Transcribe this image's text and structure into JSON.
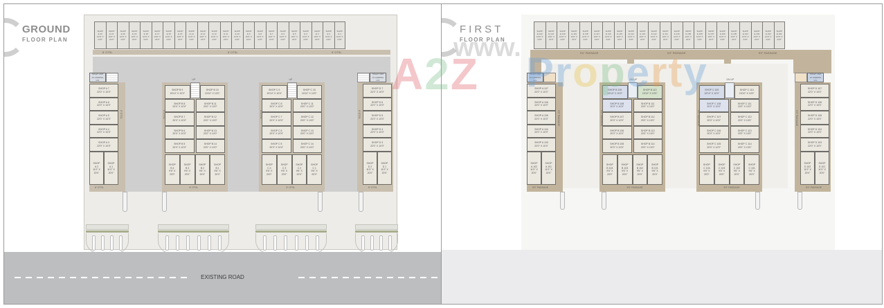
{
  "ground": {
    "title": "GROUND",
    "subtitle": "FLOOR PLAN",
    "top_shops": [
      "SHOP\nE 22\n10'0\" X\n24'0\"",
      "SHOP\nE 21\n10'0\" X\n24'0\"",
      "SHOP\nE 20\n10'0\" X\n24'0\"",
      "SHOP\nE 19\n10'0\" X\n24'0\"",
      "SHOP\nE 18\n10'0\" X\n24'0\"",
      "SHOP\nE 17\n10'0\" X\n24'0\"",
      "SHOP\nE 16\n10'0\" X\n24'0\"",
      "SHOP\nE 15\n10'0\" X\n24'0\"",
      "SHOP\nE 14\n10'0\" X\n24'0\"",
      "SHOP\nE 13\n10'0\" X\n24'0\"",
      "SHOP\nE 12\n10'0\" X\n24'0\"",
      "SHOP\nE 11\n10'0\" X\n24'0\"",
      "SHOP\nE 10\n10'0\" X\n24'0\"",
      "SHOP\nE 9\n10'0\" X\n24'0\"",
      "SHOP\nE 8\n10'0\" X\n24'0\"",
      "SHOP\nE 7\n10'0\" X\n24'0\"",
      "SHOP\nE 6\n10'0\" X\n24'0\"",
      "SHOP\nE 5\n10'0\" X\n24'0\"",
      "SHOP\nE 4\n10'0\" X\n24'0\"",
      "SHOP\nE 3\n10'0\" X\n24'0\"",
      "SHOP\nE 2\n10'0\" X\n24'0\"",
      "SHOP\nE 1\n10'0\" X\n24'0\""
    ],
    "passage_labels": [
      "8' OTSL",
      "8' OTSL",
      "8' OTSL"
    ],
    "block_a": {
      "toilet": "TOILET UNIT\nAT LANDING\nLVL",
      "rows": [
        "SHOP A 7\n22'0\" X 10'0\"",
        "SHOP A 6\n22'0\" X 10'0\"",
        "SHOP A 5\n22'0\" X 10'0\"",
        "SHOP A 4\n22'0\" X 10'0\"",
        "SHOP A 3\n22'0\" X 10'0\""
      ],
      "bottom": [
        "SHOP\nA 2\n11'0\" X\n20'0\"",
        "SHOP\nA 1\n11'0\" X\n20'0\""
      ],
      "passage": "8' OTSL"
    },
    "block_b": {
      "rows": [
        [
          "SHOP B 9\n15'10\" X 10'0\"",
          "SHOP B 10\n15'10\" X 10'0\""
        ],
        [
          "SHOP B 8\n20'0\" X 10'0\"",
          "SHOP B 11\n20'0\" X 10'0\""
        ],
        [
          "SHOP B 7\n20'0\" X 10'0\"",
          "SHOP B 12\n20'0\" X 10'0\""
        ],
        [
          "SHOP B 6\n20'0\" X 10'0\"",
          "SHOP B 13\n20'0\" X 10'0\""
        ],
        [
          "SHOP B 5\n20'0\" X 10'0\"",
          "SHOP B 14\n20'0\" X 10'0\""
        ]
      ],
      "bottom": [
        "SHOP\nB 4\n9'6\" X\n20'0\"",
        "SHOP\nB 3\n9'6\" X\n20'0\"",
        "SHOP\nB 2\n9'6\" X\n20'0\"",
        "SHOP\nB 1\n9'6\" X\n20'0\""
      ],
      "passage": "8' OTSL"
    },
    "block_c": {
      "rows": [
        [
          "SHOP C 9\n15'10\" X 10'0\"",
          "SHOP C 10\n15'10\" X 10'0\""
        ],
        [
          "SHOP C 8\n20'0\" X 10'0\"",
          "SHOP C 11\n20'0\" X 10'0\""
        ],
        [
          "SHOP C 7\n20'0\" X 10'0\"",
          "SHOP C 12\n20'0\" X 10'0\""
        ],
        [
          "SHOP C 6\n20'0\" X 10'0\"",
          "SHOP C 13\n20'0\" X 10'0\""
        ],
        [
          "SHOP C 5\n20'0\" X 10'0\"",
          "SHOP C 14\n20'0\" X 10'0\""
        ]
      ],
      "bottom": [
        "SHOP\nC 4\n9'6\" X\n20'0\"",
        "SHOP\nC 3\n9'6\" X\n20'0\"",
        "SHOP\nC 2\n9'6\" X\n20'0\"",
        "SHOP\nC 1\n9'6\" X\n20'0\""
      ],
      "passage": "8' OTSL"
    },
    "block_d": {
      "toilet": "TOILET UNIT\nAT LANDING\nLVL",
      "rows": [
        "SHOP D 7\n22'0\" X 10'0\"",
        "SHOP D 6\n22'0\" X 10'0\"",
        "SHOP D 5\n22'0\" X 10'0\"",
        "SHOP D 4\n22'0\" X 10'0\"",
        "SHOP D 3\n22'0\" X 10'0\""
      ],
      "bottom": [
        "SHOP\nD 2\n11'0\" X\n20'0\"",
        "SHOP\nD 1\n11'0\" X\n20'0\""
      ],
      "passage": "8' OTSL"
    },
    "side_label": "8' OTSL",
    "up_label": "UP",
    "road_label": "EXISTING ROAD"
  },
  "first": {
    "title": "FIRST",
    "subtitle": "FLOOR PLAN",
    "top_shops": [
      "SHOP\nE 122\n10'0\" X\n24'0\"",
      "SHOP\nE 121\n10'0\" X\n24'0\"",
      "SHOP\nE 120\n10'0\" X\n24'0\"",
      "SHOP\nE 119\n10'0\" X\n24'0\"",
      "SHOP\nE 118\n10'0\" X\n24'0\"",
      "SHOP\nE 117\n10'0\" X\n24'0\"",
      "SHOP\nE 116\n10'0\" X\n24'0\"",
      "SHOP\nE 115\n10'0\" X\n24'0\"",
      "SHOP\nE 114\n10'0\" X\n24'0\"",
      "SHOP\nE 113\n10'0\" X\n24'0\"",
      "SHOP\nE 112\n10'0\" X\n24'0\"",
      "SHOP\nE 111\n10'0\" X\n24'0\"",
      "SHOP\nE 110\n10'0\" X\n24'0\"",
      "SHOP\nE 109\n10'0\" X\n24'0\"",
      "SHOP\nE 108\n10'0\" X\n24'0\"",
      "SHOP\nE 107\n10'0\" X\n24'0\"",
      "SHOP\nE 106\n10'0\" X\n24'0\"",
      "SHOP\nE 105\n10'0\" X\n24'0\"",
      "SHOP\nE 104\n10'0\" X\n24'0\"",
      "SHOP\nE 103\n10'0\" X\n24'0\"",
      "SHOP\nE 102\n10'0\" X\n24'0\"",
      "SHOP\nE 101\n10'0\" X\n24'0\""
    ],
    "passage_labels": [
      "5'0\" PASSAGE",
      "5'0\" PASSAGE",
      "5'0\" PASSAGE"
    ],
    "block_a": {
      "toilet": "TOILET UNIT\nAT LANDING\nLVL",
      "rows": [
        "SHOP A 107\n22'0\" X 10'0\"",
        "SHOP A 106\n22'0\" X 10'0\"",
        "SHOP A 105\n22'0\" X 10'0\"",
        "SHOP A 104\n22'0\" X 10'0\"",
        "SHOP A 103\n22'0\" X 10'0\""
      ],
      "bottom": [
        "SHOP\nA 102\n11'0\" X\n20'0\"",
        "SHOP\nA 101\n11'0\" X\n20'0\""
      ],
      "passage": "5'0\" PASSAGE"
    },
    "block_b": {
      "rows": [
        [
          "SHOP B 109\n15'10\" X 10'0\"",
          "SHOP B 110\n15'10\" X 10'0\""
        ],
        [
          "SHOP B 108\n20'0\" X 10'0\"",
          "SHOP B 111\n20'0\" X 10'0\""
        ],
        [
          "SHOP B 107\n20'0\" X 10'0\"",
          "SHOP B 112\n20'0\" X 10'0\""
        ],
        [
          "SHOP B 106\n20'0\" X 10'0\"",
          "SHOP B 113\n20'0\" X 10'0\""
        ],
        [
          "SHOP B 105\n20'0\" X 10'0\"",
          "SHOP B 114\n20'0\" X 10'0\""
        ]
      ],
      "bottom": [
        "SHOP\nB 104\n9'6\" X\n20'0\"",
        "SHOP\nB 103\n9'6\" X\n20'0\"",
        "SHOP\nB 102\n9'6\" X\n20'0\"",
        "SHOP\nB 101\n9'6\" X\n20'0\""
      ],
      "passage": "5'0\" PASSAGE"
    },
    "block_c": {
      "rows": [
        [
          "SHOP C 109\n15'10\" X 10'0\"",
          "SHOP C 110\n15'10\" X 10'0\""
        ],
        [
          "SHOP C 108\n20'0\" X 10'0\"",
          "SHOP C 111\n20'0\" X 10'0\""
        ],
        [
          "SHOP C 107\n20'0\" X 10'0\"",
          "SHOP C 112\n20'0\" X 10'0\""
        ],
        [
          "SHOP C 106\n20'0\" X 10'0\"",
          "SHOP C 113\n20'0\" X 10'0\""
        ],
        [
          "SHOP C 105\n20'0\" X 10'0\"",
          "SHOP C 114\n20'0\" X 10'0\""
        ]
      ],
      "bottom": [
        "SHOP\nC 104\n9'6\" X\n20'0\"",
        "SHOP\nC 103\n9'6\" X\n20'0\"",
        "SHOP\nC 102\n9'6\" X\n20'0\"",
        "SHOP\nC 101\n9'6\" X\n20'0\""
      ],
      "passage": "5'0\" PASSAGE"
    },
    "block_d": {
      "toilet": "TOILET UNIT\nAT LANDING\nLVL",
      "rows": [
        "SHOP D 107\n22'0\" X 10'0\"",
        "SHOP D 106\n22'0\" X 10'0\"",
        "SHOP D 105\n22'0\" X 10'0\"",
        "SHOP D 104\n22'0\" X 10'0\"",
        "SHOP D 103\n22'0\" X 10'0\""
      ],
      "bottom": [
        "SHOP\nD 102\n11'0\" X\n20'0\"",
        "SHOP\nD 101\n11'0\" X\n20'0\""
      ],
      "passage": "5'0\" PASSAGE"
    },
    "side_label": "5'0\" PASSAGE",
    "up_label": "DN UP"
  },
  "watermark": {
    "prefix": "www.",
    "letters": [
      {
        "ch": "A",
        "color": "#e0606a"
      },
      {
        "ch": "2",
        "color": "#7cc08a"
      },
      {
        "ch": "Z",
        "color": "#e0606a"
      },
      {
        "ch": "P",
        "color": "#6aa0d8"
      },
      {
        "ch": "r",
        "color": "#6aa0d8"
      },
      {
        "ch": "o",
        "color": "#e8c44a"
      },
      {
        "ch": "p",
        "color": "#7cc08a"
      },
      {
        "ch": "e",
        "color": "#6aa0d8"
      },
      {
        "ch": "r",
        "color": "#e8a050"
      },
      {
        "ch": "t",
        "color": "#e8a050"
      },
      {
        "ch": "y",
        "color": "#6aa0d8"
      }
    ]
  }
}
